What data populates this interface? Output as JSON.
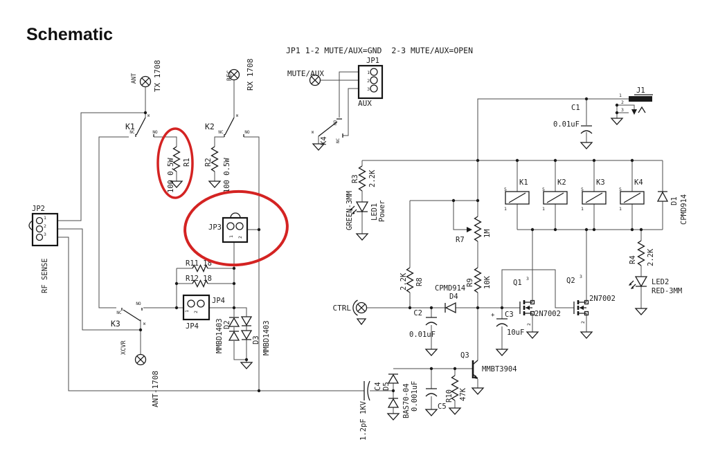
{
  "title": "Schematic",
  "note": "JP1 1-2 MUTE/AUX=GND  2-3 MUTE/AUX=OPEN",
  "colors": {
    "highlight": "#d42322",
    "wire": "#4a4a4a",
    "ink": "#1a1a1a",
    "bg": "#ffffff"
  },
  "ports": {
    "ant": "ANT",
    "tx_net": "TX 1708",
    "rec": "REC",
    "rx_net": "RX 1708",
    "mute_aux": "MUTE/AUX",
    "xcvr": "XCVR",
    "xcvr_net": "ANT-1708",
    "ctrl": "CTRL"
  },
  "jumpers": {
    "jp1": {
      "name": "JP1",
      "p1": "1",
      "p2": "2",
      "p3": "3",
      "sub": "AUX"
    },
    "jp2": {
      "name": "JP2",
      "p1": "1",
      "p2": "2",
      "p3": "3",
      "sub": "RF SENSE"
    },
    "jp3": {
      "name": "JP3",
      "p1": "1",
      "p2": "2"
    },
    "jp4": {
      "name": "JP4",
      "p1": "1",
      "p2": "2"
    },
    "j1": {
      "name": "J1",
      "p1": "1",
      "p2": "2",
      "p3": "3"
    }
  },
  "switches": {
    "k1": "K1",
    "k2": "K2",
    "k3": "K3",
    "k4": "K4"
  },
  "contacts": {
    "no": "NO",
    "nc": "NC",
    "w": "W"
  },
  "relays": {
    "k1": "K1",
    "k2": "K2",
    "k3": "K3",
    "k4": "K4",
    "pin_top": "5",
    "pin_bot": "1"
  },
  "parts": {
    "r1": {
      "name": "R1",
      "value": "100 0.5W"
    },
    "r2": {
      "name": "R2",
      "value": "100 0.5W"
    },
    "r3": {
      "name": "R3",
      "value": "2.2K"
    },
    "r4": {
      "name": "R4",
      "value": "2.2K"
    },
    "r7": {
      "name": "R7",
      "value": "1M"
    },
    "r8": {
      "name": "R8",
      "value": "2.2K"
    },
    "r9": {
      "name": "R9",
      "value": "10K"
    },
    "r10": {
      "name": "R10",
      "value": "47K"
    },
    "r11": {
      "name": "R11 18"
    },
    "r12": {
      "name": "R12 18"
    },
    "c1": {
      "name": "C1",
      "value": "0.01uF"
    },
    "c2": {
      "name": "C2",
      "value": "0.01uF"
    },
    "c3": {
      "name": "C3",
      "value": "10uF",
      "polarity": "+"
    },
    "c4": {
      "name": "C4",
      "value": "1.2pF 1KV"
    },
    "c5": {
      "name": "C5",
      "value": "0.001uF"
    },
    "d1": {
      "name": "D1",
      "value": "CPMD914"
    },
    "d2": {
      "name": "D2",
      "value": "MMBD1403"
    },
    "d3": {
      "name": "D3",
      "value": "MMBD1403"
    },
    "d4": {
      "name": "D4",
      "value": "CPMD914"
    },
    "d5": {
      "name": "D5",
      "value": "BAS70-04"
    },
    "q1": {
      "name": "Q1",
      "value": "2N7002",
      "pin_d": "3",
      "pin_s": "2"
    },
    "q2": {
      "name": "Q2",
      "value": "2N7002",
      "pin_d": "3",
      "pin_s": "2"
    },
    "q3": {
      "name": "Q3",
      "value": "MMBT3904"
    },
    "led1": {
      "name": "LED1",
      "value": "Power",
      "package": "GREEN-3MM"
    },
    "led2": {
      "name": "LED2",
      "value": "RED-3MM"
    }
  }
}
